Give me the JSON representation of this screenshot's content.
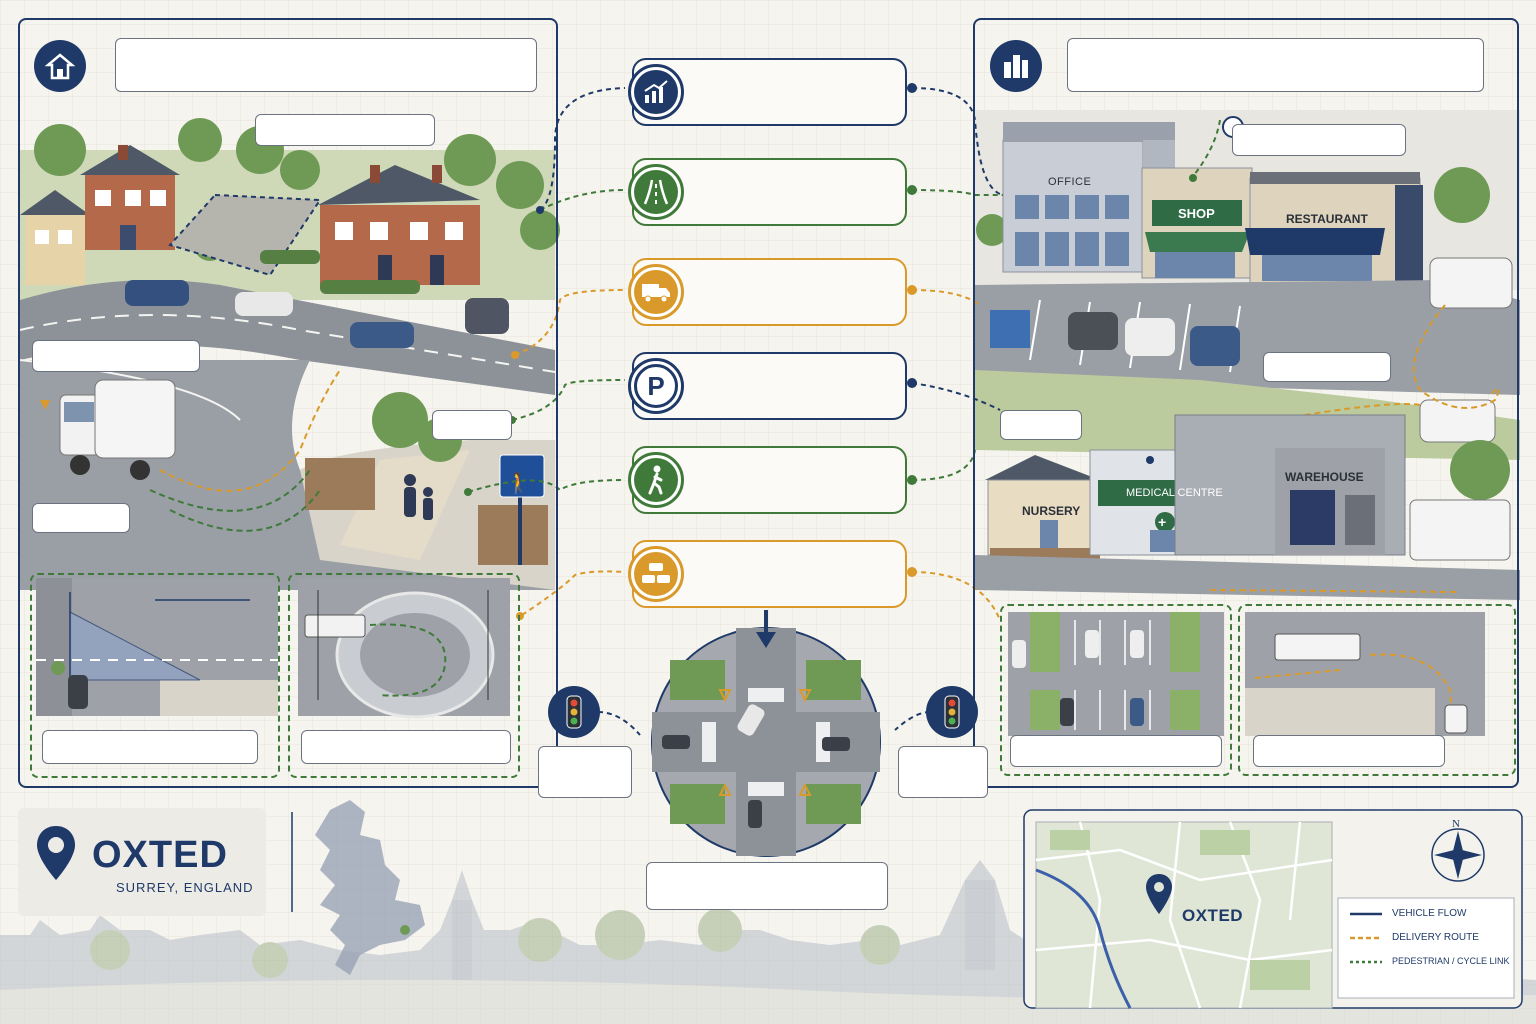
{
  "location": {
    "town": "OXTED",
    "region": "SURREY, ENGLAND"
  },
  "buildings": {
    "office": "OFFICE",
    "shop": "SHOP",
    "restaurant": "RESTAURANT",
    "nursery": "NURSERY",
    "medical_centre": "MEDICAL CENTRE",
    "warehouse": "WAREHOUSE"
  },
  "map": {
    "town_label": "OXTED",
    "compass_label": "N"
  },
  "legend": {
    "vehicle_flow": "VEHICLE FLOW",
    "delivery_route": "DELIVERY ROUTE",
    "pedestrian_cycle": "PEDESTRIAN / CYCLE LINK"
  },
  "icons": {
    "residential": "house-icon",
    "commercial": "buildings-icon",
    "growth": "growth-chart-icon",
    "road": "road-icon",
    "delivery": "truck-icon",
    "parking": "parking-icon",
    "pedestrian": "pedestrian-icon",
    "traffic": "cars-icon",
    "signals": "traffic-light-icon",
    "location": "map-pin-icon"
  },
  "colors": {
    "navy": "#1f3a68",
    "green": "#3f7a3a",
    "orange": "#d99a2b"
  }
}
